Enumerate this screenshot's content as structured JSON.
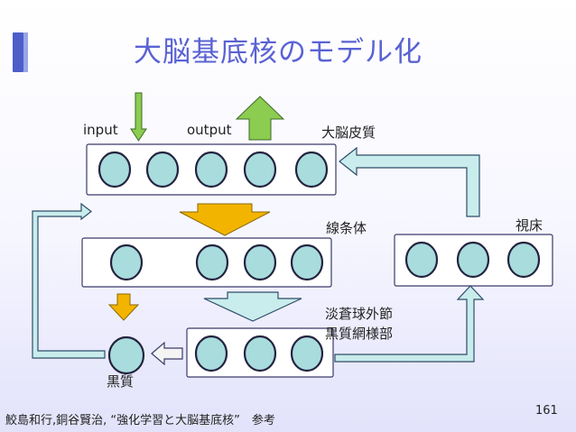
{
  "slide": {
    "title": "大脳基底核のモデル化",
    "page_number": "161",
    "citation": "鮫島和行,銅谷賢治, “強化学習と大脳基底核”　参考"
  },
  "labels": {
    "input": "input",
    "output": "output",
    "cortex": "大脳皮質",
    "striatum": "線条体",
    "thalamus": "視床",
    "gp_line1": "淡蒼球外節",
    "gp_line2": "黒質網様部",
    "substantia_nigra": "黒質"
  },
  "colors": {
    "title": "#5a62d3",
    "cell_fill": "#a9dcdc",
    "input_arrow": "#8ccc50",
    "orange_arrow": "#f3b400",
    "loop_arrow": "#c9ecec"
  }
}
